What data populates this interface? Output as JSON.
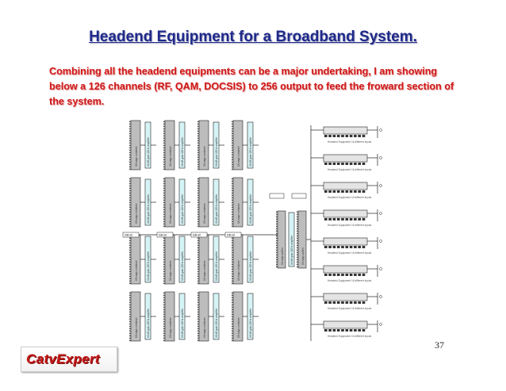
{
  "slide": {
    "title": "Headend Equipment for a Broadband System.",
    "subtitle": "Combining all the headend equipments can be a major undertaking, I am showing below a 126 channels (RF, QAM, DOCSIS) to 256 output to feed the froward section of the system.",
    "page_number": "37",
    "logo": "CatvExpert"
  },
  "diagram": {
    "rack_label": "16 ways combiner",
    "amp_label": "16 dB gain 1GHz amplifier",
    "splitter_label": "16 ways splitter",
    "equipment_label": "Headend Equipment 16 different inputs",
    "attenuator_label": "6dB att",
    "colors": {
      "line": "#222222",
      "rack": "#bdbdbd",
      "amp": "#d6f3f6",
      "splitter": "#d0d0d0"
    }
  }
}
